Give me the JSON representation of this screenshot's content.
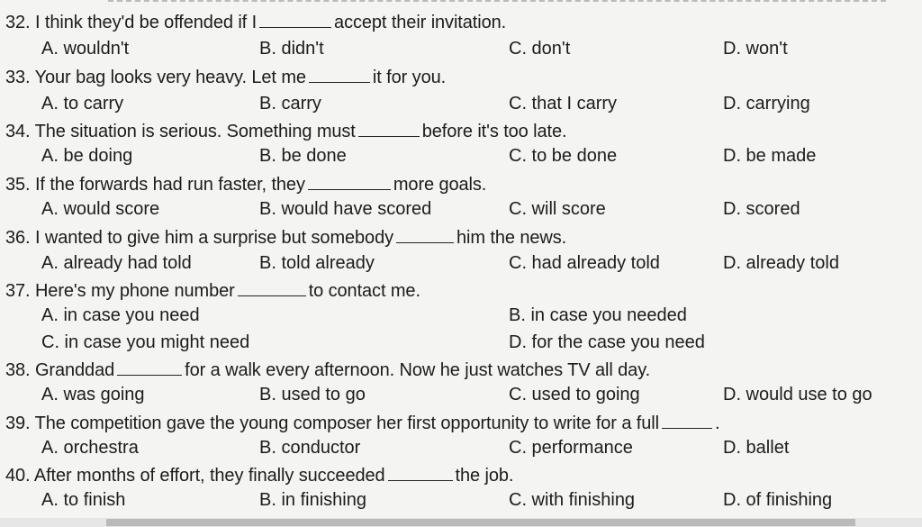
{
  "questions": [
    {
      "stem_a": "32. I think they'd be offended if I",
      "stem_b": "accept their invitation.",
      "options": [
        "A. wouldn't",
        "B. didn't",
        "C. don't",
        "D. won't"
      ]
    },
    {
      "stem_a": "33. Your bag looks very heavy. Let me",
      "stem_b": "it for you.",
      "options": [
        "A. to carry",
        "B. carry",
        "C. that I carry",
        "D. carrying"
      ]
    },
    {
      "stem_a": "34. The situation is serious. Something must",
      "stem_b": "before it's too late.",
      "options": [
        "A. be doing",
        "B. be done",
        "C. to be done",
        "D. be made"
      ]
    },
    {
      "stem_a": "35. If the forwards had run faster, they",
      "stem_b": "more goals.",
      "options": [
        "A. would score",
        "B. would have scored",
        "C. will score",
        "D. scored"
      ]
    },
    {
      "stem_a": "36. I wanted to give him a surprise but somebody",
      "stem_b": "him the news.",
      "options": [
        "A. already had told",
        "B. told already",
        "C. had already told",
        "D. already told"
      ]
    },
    {
      "stem_a": "37. Here's my phone number",
      "stem_b": "to contact me.",
      "options": [
        "A. in case you need",
        "B. in case you needed",
        "C. in case you might need",
        "D. for the case you need"
      ]
    },
    {
      "stem_a": "38. Granddad",
      "stem_b": "for a walk every afternoon. Now he just watches TV all day.",
      "options": [
        "A. was going",
        "B. used to go",
        "C. used to going",
        "D. would use to go"
      ]
    },
    {
      "stem_a": "39. The competition gave the young composer her first opportunity to write for a full",
      "stem_b": ".",
      "options": [
        "A. orchestra",
        "B. conductor",
        "C. performance",
        "D. ballet"
      ]
    },
    {
      "stem_a": "40. After months of effort, they finally succeeded",
      "stem_b": "the job.",
      "options": [
        "A. to finish",
        "B. in finishing",
        "C. with finishing",
        "D. of finishing"
      ]
    }
  ]
}
